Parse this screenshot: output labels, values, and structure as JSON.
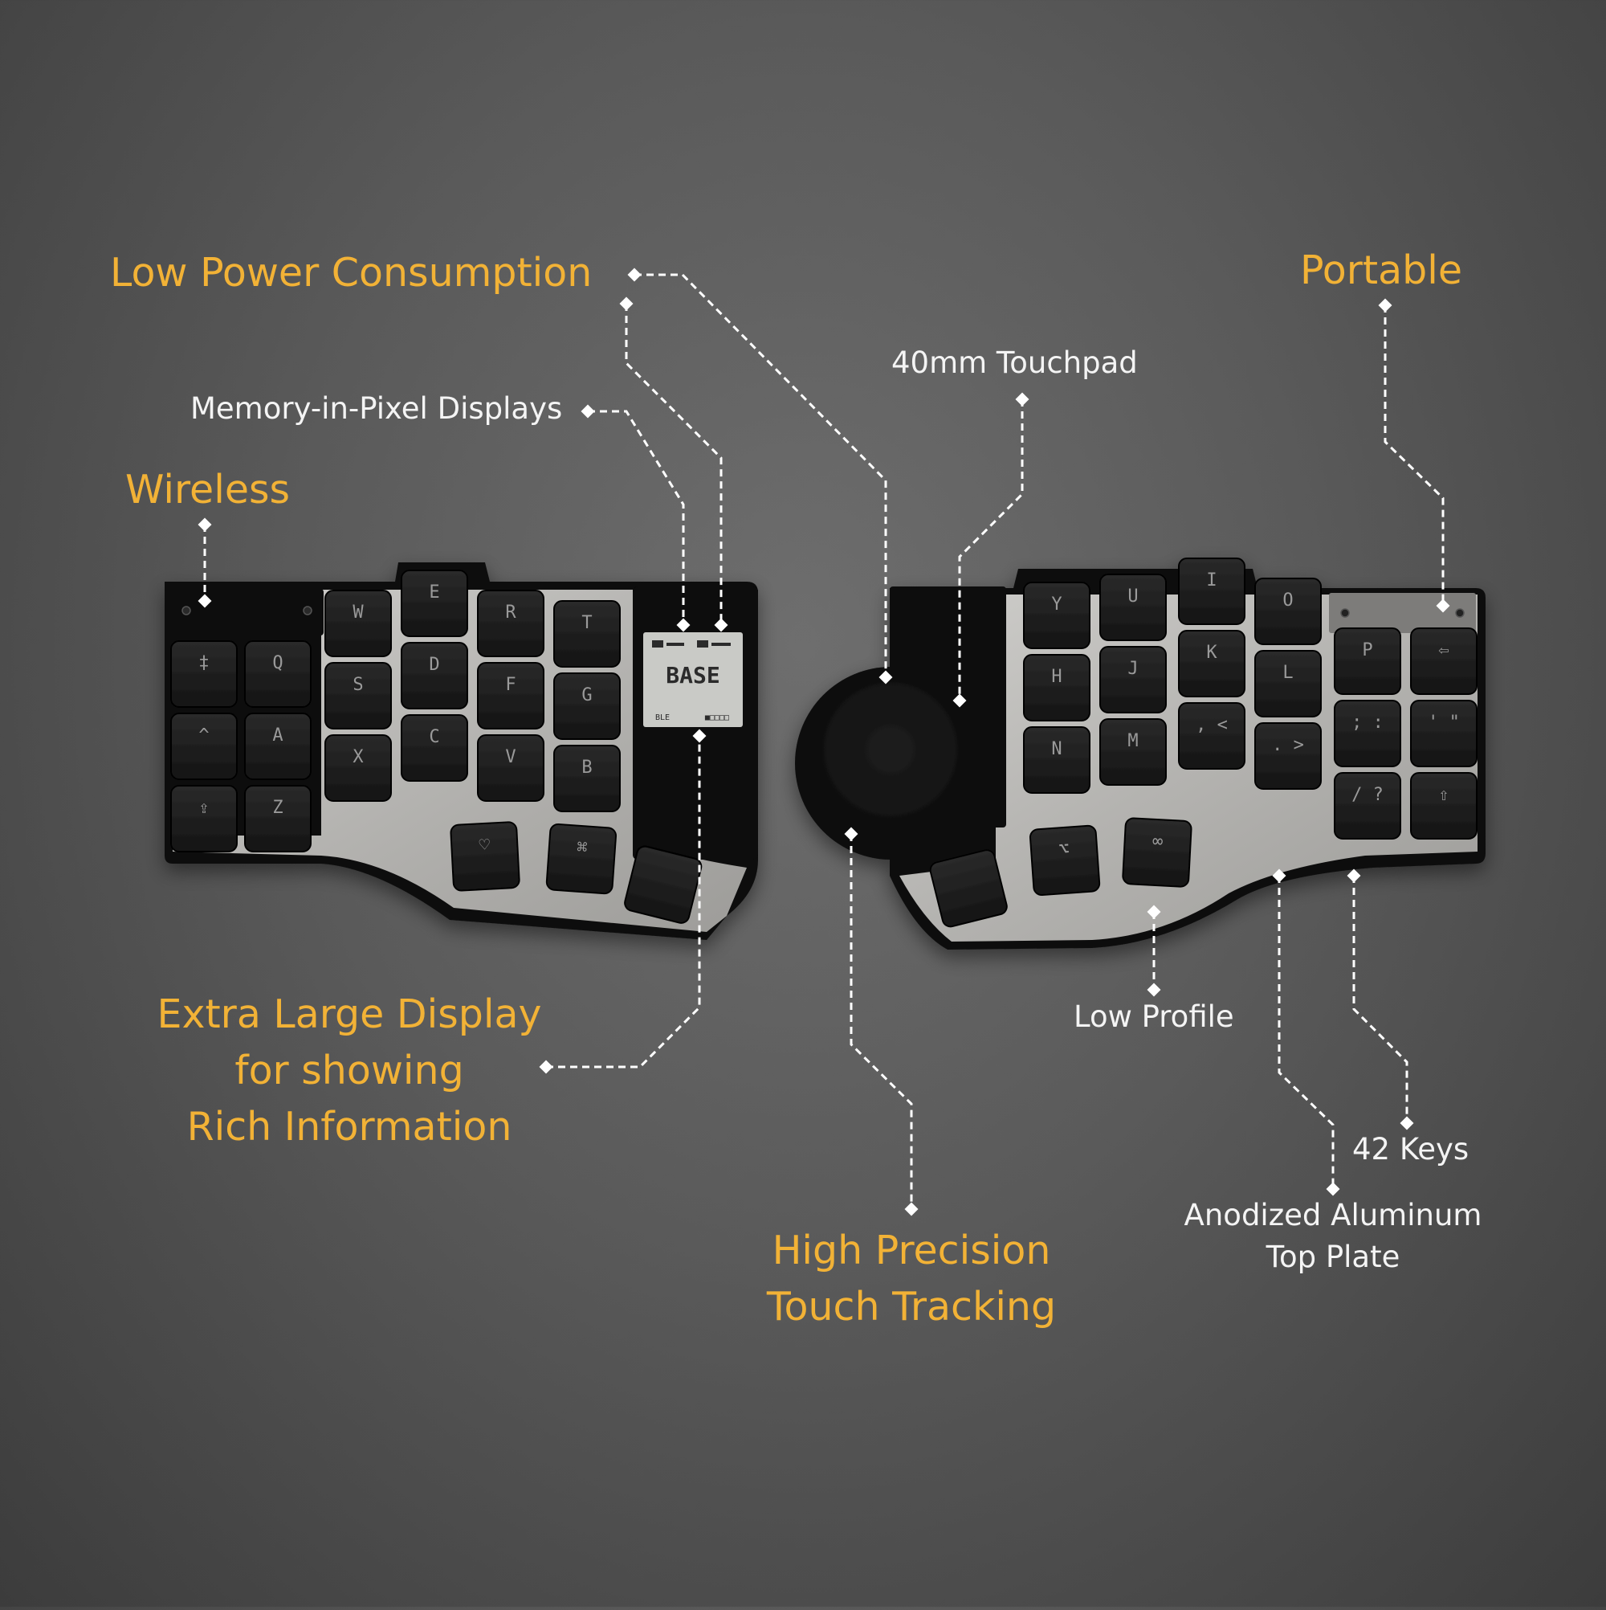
{
  "labels": {
    "low_power": "Low Power Consumption",
    "memory_display": "Memory-in-Pixel Displays",
    "wireless": "Wireless",
    "portable": "Portable",
    "touchpad": "40mm Touchpad",
    "extra_display": [
      "Extra Large Display",
      "for showing",
      "Rich Information"
    ],
    "high_precision": [
      "High Precision",
      "Touch Tracking"
    ],
    "low_profile": "Low Profile",
    "keys_count": "42 Keys",
    "aluminum": [
      "Anodized Aluminum",
      "Top Plate"
    ]
  },
  "display": {
    "layer": "BASE",
    "status_left": "BLE",
    "status_right": "■□□□□"
  },
  "left_keys": {
    "col1": [
      "‡",
      "^",
      "⇪"
    ],
    "col2": [
      "Q",
      "A",
      "Z"
    ],
    "col3": [
      "W",
      "S",
      "X"
    ],
    "col4": [
      "E",
      "D",
      "C"
    ],
    "col5": [
      "R",
      "F",
      "V"
    ],
    "col6": [
      "T",
      "G",
      "B"
    ],
    "thumbs": [
      "♡",
      "⌘",
      ""
    ]
  },
  "right_keys": {
    "col1": [
      "Y",
      "H",
      "N"
    ],
    "col2": [
      "U",
      "J",
      "M"
    ],
    "col3": [
      "I",
      "K",
      ", <"
    ],
    "col4": [
      "O",
      "L",
      ". >"
    ],
    "col5": [
      "P",
      "; :",
      "/ ?"
    ],
    "col6": [
      "⇦",
      "' \"",
      "⇧"
    ],
    "thumbs": [
      "",
      "⌥",
      "∞"
    ]
  },
  "colors": {
    "accent": "#f2b236",
    "label_white": "#f4f4f4",
    "keycap": "#1c1c1c",
    "plate": "#b9b8b5",
    "case": "#111111"
  }
}
